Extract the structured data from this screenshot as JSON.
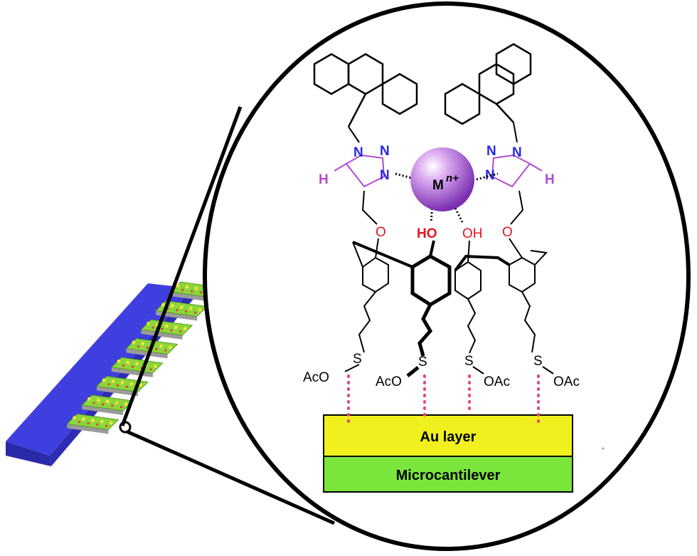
{
  "labels": {
    "au_layer": "Au layer",
    "microcantilever": "Microcantilever",
    "metal_symbol": "M",
    "metal_charge": "n+",
    "oxygen": "O",
    "hydroxyl_left": "HO",
    "hydroxyl_right": "OH",
    "hydrogen": "H",
    "nitrogen": "N",
    "sulfur": "S",
    "acetoxy_left": "AcO",
    "acetoxy_right": "OAc"
  },
  "colors": {
    "au_layer": "#f0f01e",
    "microcantilever": "#7ae63c",
    "cantilever_base": "#3b3bd6",
    "metal_sphere": "#a050dc",
    "triazole_nitrogen": "#2828e6",
    "triazole_ring": "#b44bd2",
    "oxygen": "#e6141e",
    "thiol_link": "#e8467a"
  }
}
